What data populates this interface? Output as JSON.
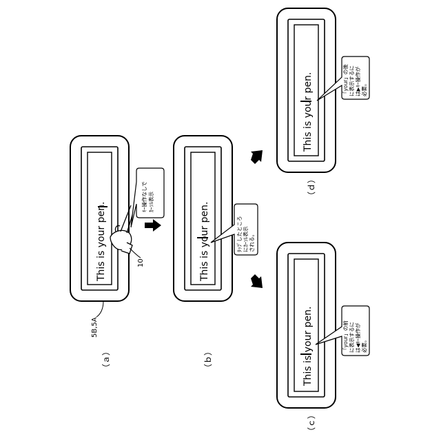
{
  "panels": {
    "a": {
      "label": "（ａ）",
      "text": "This is your pen.",
      "callout": [
        "ｷｰ操作なしで",
        "ｶｰｿﾙ表示"
      ],
      "ref_device": "5B,5A",
      "ref_hand": "10"
    },
    "b": {
      "label": "（ｂ）",
      "text": "This is your pen.",
      "callout": [
        "ﾀｯﾌﾟしたところ",
        "にｶｰｿﾙ表示",
        "される。"
      ]
    },
    "c": {
      "label": "（ｃ）",
      "text": "This is your pen.",
      "callout": [
        "「your」の前",
        "に表示するに",
        "は◀ｷｰ操作が",
        "必要。"
      ]
    },
    "d": {
      "label": "（ｄ）",
      "text": "This is your pen.",
      "callout": [
        "「your」の後",
        "に表示するに",
        "は▶ｷｰ操作が",
        "必要。"
      ]
    }
  }
}
